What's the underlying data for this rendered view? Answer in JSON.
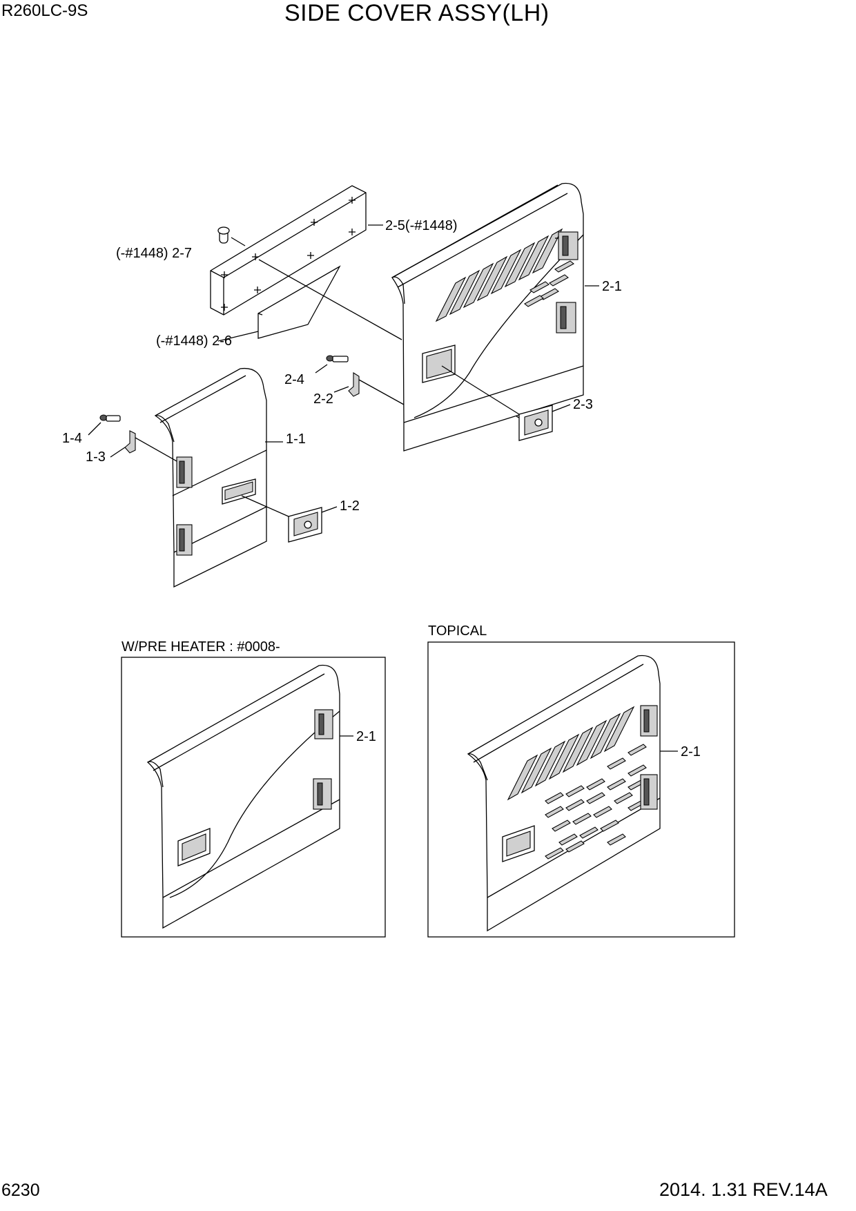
{
  "header": {
    "model": "R260LC-9S",
    "title": "SIDE COVER ASSY(LH)"
  },
  "footer": {
    "page_number": "6230",
    "revision": "2014. 1.31  REV.14A"
  },
  "callouts": {
    "c_2_5": "2-5(-#1448)",
    "c_2_7": "(-#1448) 2-7",
    "c_2_6": "(-#1448) 2-6",
    "c_2_1": "2-1",
    "c_2_4": "2-4",
    "c_2_2": "2-2",
    "c_2_3": "2-3",
    "c_1_4": "1-4",
    "c_1_3": "1-3",
    "c_1_1": "1-1",
    "c_1_2": "1-2"
  },
  "inset_pre_heater": {
    "label": "W/PRE HEATER : #0008-",
    "callout": "2-1"
  },
  "inset_topical": {
    "label": "TOPICAL",
    "callout": "2-1"
  }
}
